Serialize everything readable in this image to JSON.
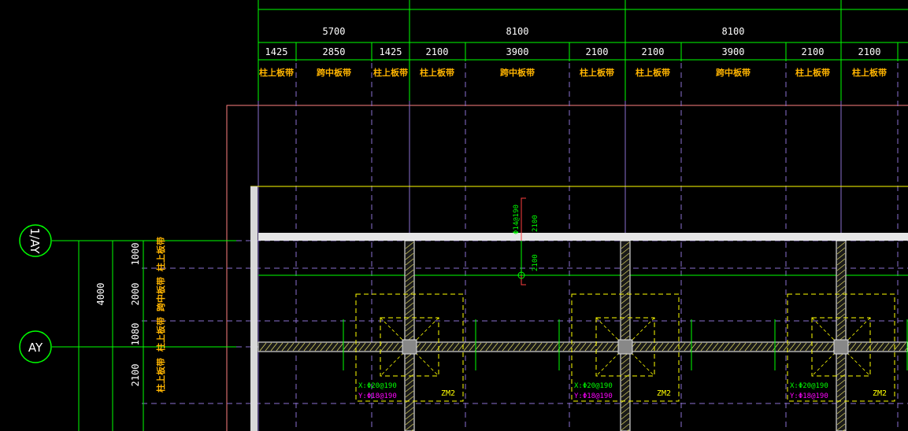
{
  "top_dims": {
    "spans": [
      "5700",
      "8100",
      "8100"
    ],
    "subspans": [
      "1425",
      "2850",
      "1425",
      "2100",
      "3900",
      "2100",
      "2100",
      "3900",
      "2100",
      "2100"
    ],
    "strip_labels": [
      "柱上板带",
      "跨中板带",
      "柱上板带",
      "柱上板带",
      "跨中板带",
      "柱上板带",
      "柱上板带",
      "跨中板带",
      "柱上板带",
      "柱上板带"
    ]
  },
  "left_dims": {
    "total": "4000",
    "sub": [
      "1000",
      "2000",
      "1080",
      "2100"
    ],
    "strip_labels": [
      "柱上板带",
      "跨中板带",
      "柱上板带",
      "柱上板带"
    ]
  },
  "axes": {
    "upper": "1/AY",
    "lower": "AY"
  },
  "center_rebar": {
    "label": "Φ14@190",
    "dim_a": "2100",
    "dim_b": "2100"
  },
  "columns": [
    {
      "x_label": "X:Φ20@190",
      "y_label": "Y:Φ18@190",
      "name": "ZM2"
    },
    {
      "x_label": "X:Φ20@190",
      "y_label": "Y:Φ18@190",
      "name": "ZM2"
    },
    {
      "x_label": "X:Φ20@190",
      "y_label": "Y:Φ18@190",
      "name": "ZM2"
    }
  ],
  "colors": {
    "background": "#000000",
    "dim_line": "#00ff00",
    "strip_line": "#8a6fcf",
    "slab_edge": "#ffff00",
    "wall": "#d8d8d8",
    "outline": "#ff8080",
    "strip_text": "#ffb400",
    "rebar_x": "#00ff00",
    "rebar_y": "#ff00ff"
  }
}
